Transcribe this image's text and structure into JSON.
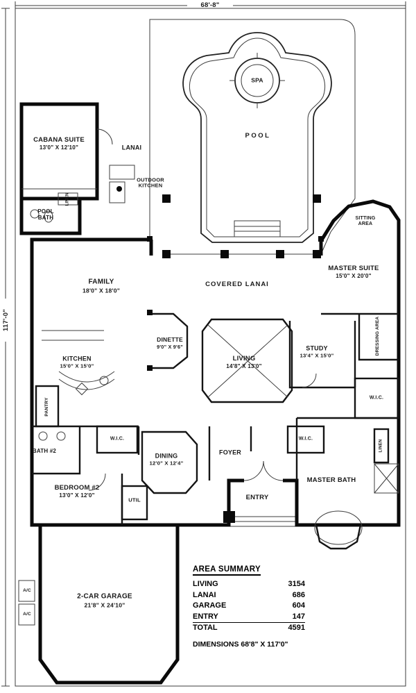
{
  "dimensions": {
    "width_label": "68'-8\"",
    "height_label": "117'-0\""
  },
  "rooms": {
    "spa": {
      "name": "SPA"
    },
    "pool": {
      "name": "POOL"
    },
    "lanai": {
      "name": "LANAI"
    },
    "cabana_suite": {
      "name": "CABANA SUITE",
      "size": "13'0\" X 12'10\""
    },
    "outdoor_kitchen": {
      "name": "OUTDOOR KITCHEN"
    },
    "pool_bath": {
      "name": "POOL BATH"
    },
    "linen_pool_bath": {
      "name": "LINEN"
    },
    "sitting_area": {
      "name": "SITTING AREA"
    },
    "master_suite": {
      "name": "MASTER SUITE",
      "size": "15'0\" X 20'0\""
    },
    "family": {
      "name": "FAMILY",
      "size": "18'0\" X 18'0\""
    },
    "covered_lanai": {
      "name": "COVERED LANAI"
    },
    "dinette": {
      "name": "DINETTE",
      "size": "9'0\" X 9'6\""
    },
    "living": {
      "name": "LIVING",
      "size": "14'8\" X 13'0\""
    },
    "study": {
      "name": "STUDY",
      "size": "13'4\" X 15'0\""
    },
    "dressing_area": {
      "name": "DRESSING AREA"
    },
    "kitchen": {
      "name": "KITCHEN",
      "size": "15'0\" X 15'0\""
    },
    "wic_master": {
      "name": "W.I.C."
    },
    "pantry": {
      "name": "PANTRY"
    },
    "bath_2": {
      "name": "BATH #2"
    },
    "wic_bedroom_2": {
      "name": "W.I.C."
    },
    "dining": {
      "name": "DINING",
      "size": "12'0\" X 12'4\""
    },
    "foyer": {
      "name": "FOYER"
    },
    "wic_foyer": {
      "name": "W.I.C."
    },
    "master_bath": {
      "name": "MASTER BATH"
    },
    "linen_master": {
      "name": "LINEN"
    },
    "bedroom_2": {
      "name": "BEDROOM #2",
      "size": "13'0\" X 12'0\""
    },
    "util": {
      "name": "UTIL"
    },
    "entry": {
      "name": "ENTRY"
    },
    "garage": {
      "name": "2-CAR GARAGE",
      "size": "21'8\" X 24'10\""
    },
    "ac_1": {
      "name": "A/C"
    },
    "ac_2": {
      "name": "A/C"
    }
  },
  "area_summary": {
    "title": "AREA SUMMARY",
    "rows": [
      {
        "label": "LIVING",
        "value": "3154"
      },
      {
        "label": "LANAI",
        "value": "686"
      },
      {
        "label": "GARAGE",
        "value": "604"
      },
      {
        "label": "ENTRY",
        "value": "147"
      },
      {
        "label": "TOTAL",
        "value": "4591"
      }
    ],
    "dimensions_note": "DIMENSIONS 68'8\" X 117'0\""
  }
}
